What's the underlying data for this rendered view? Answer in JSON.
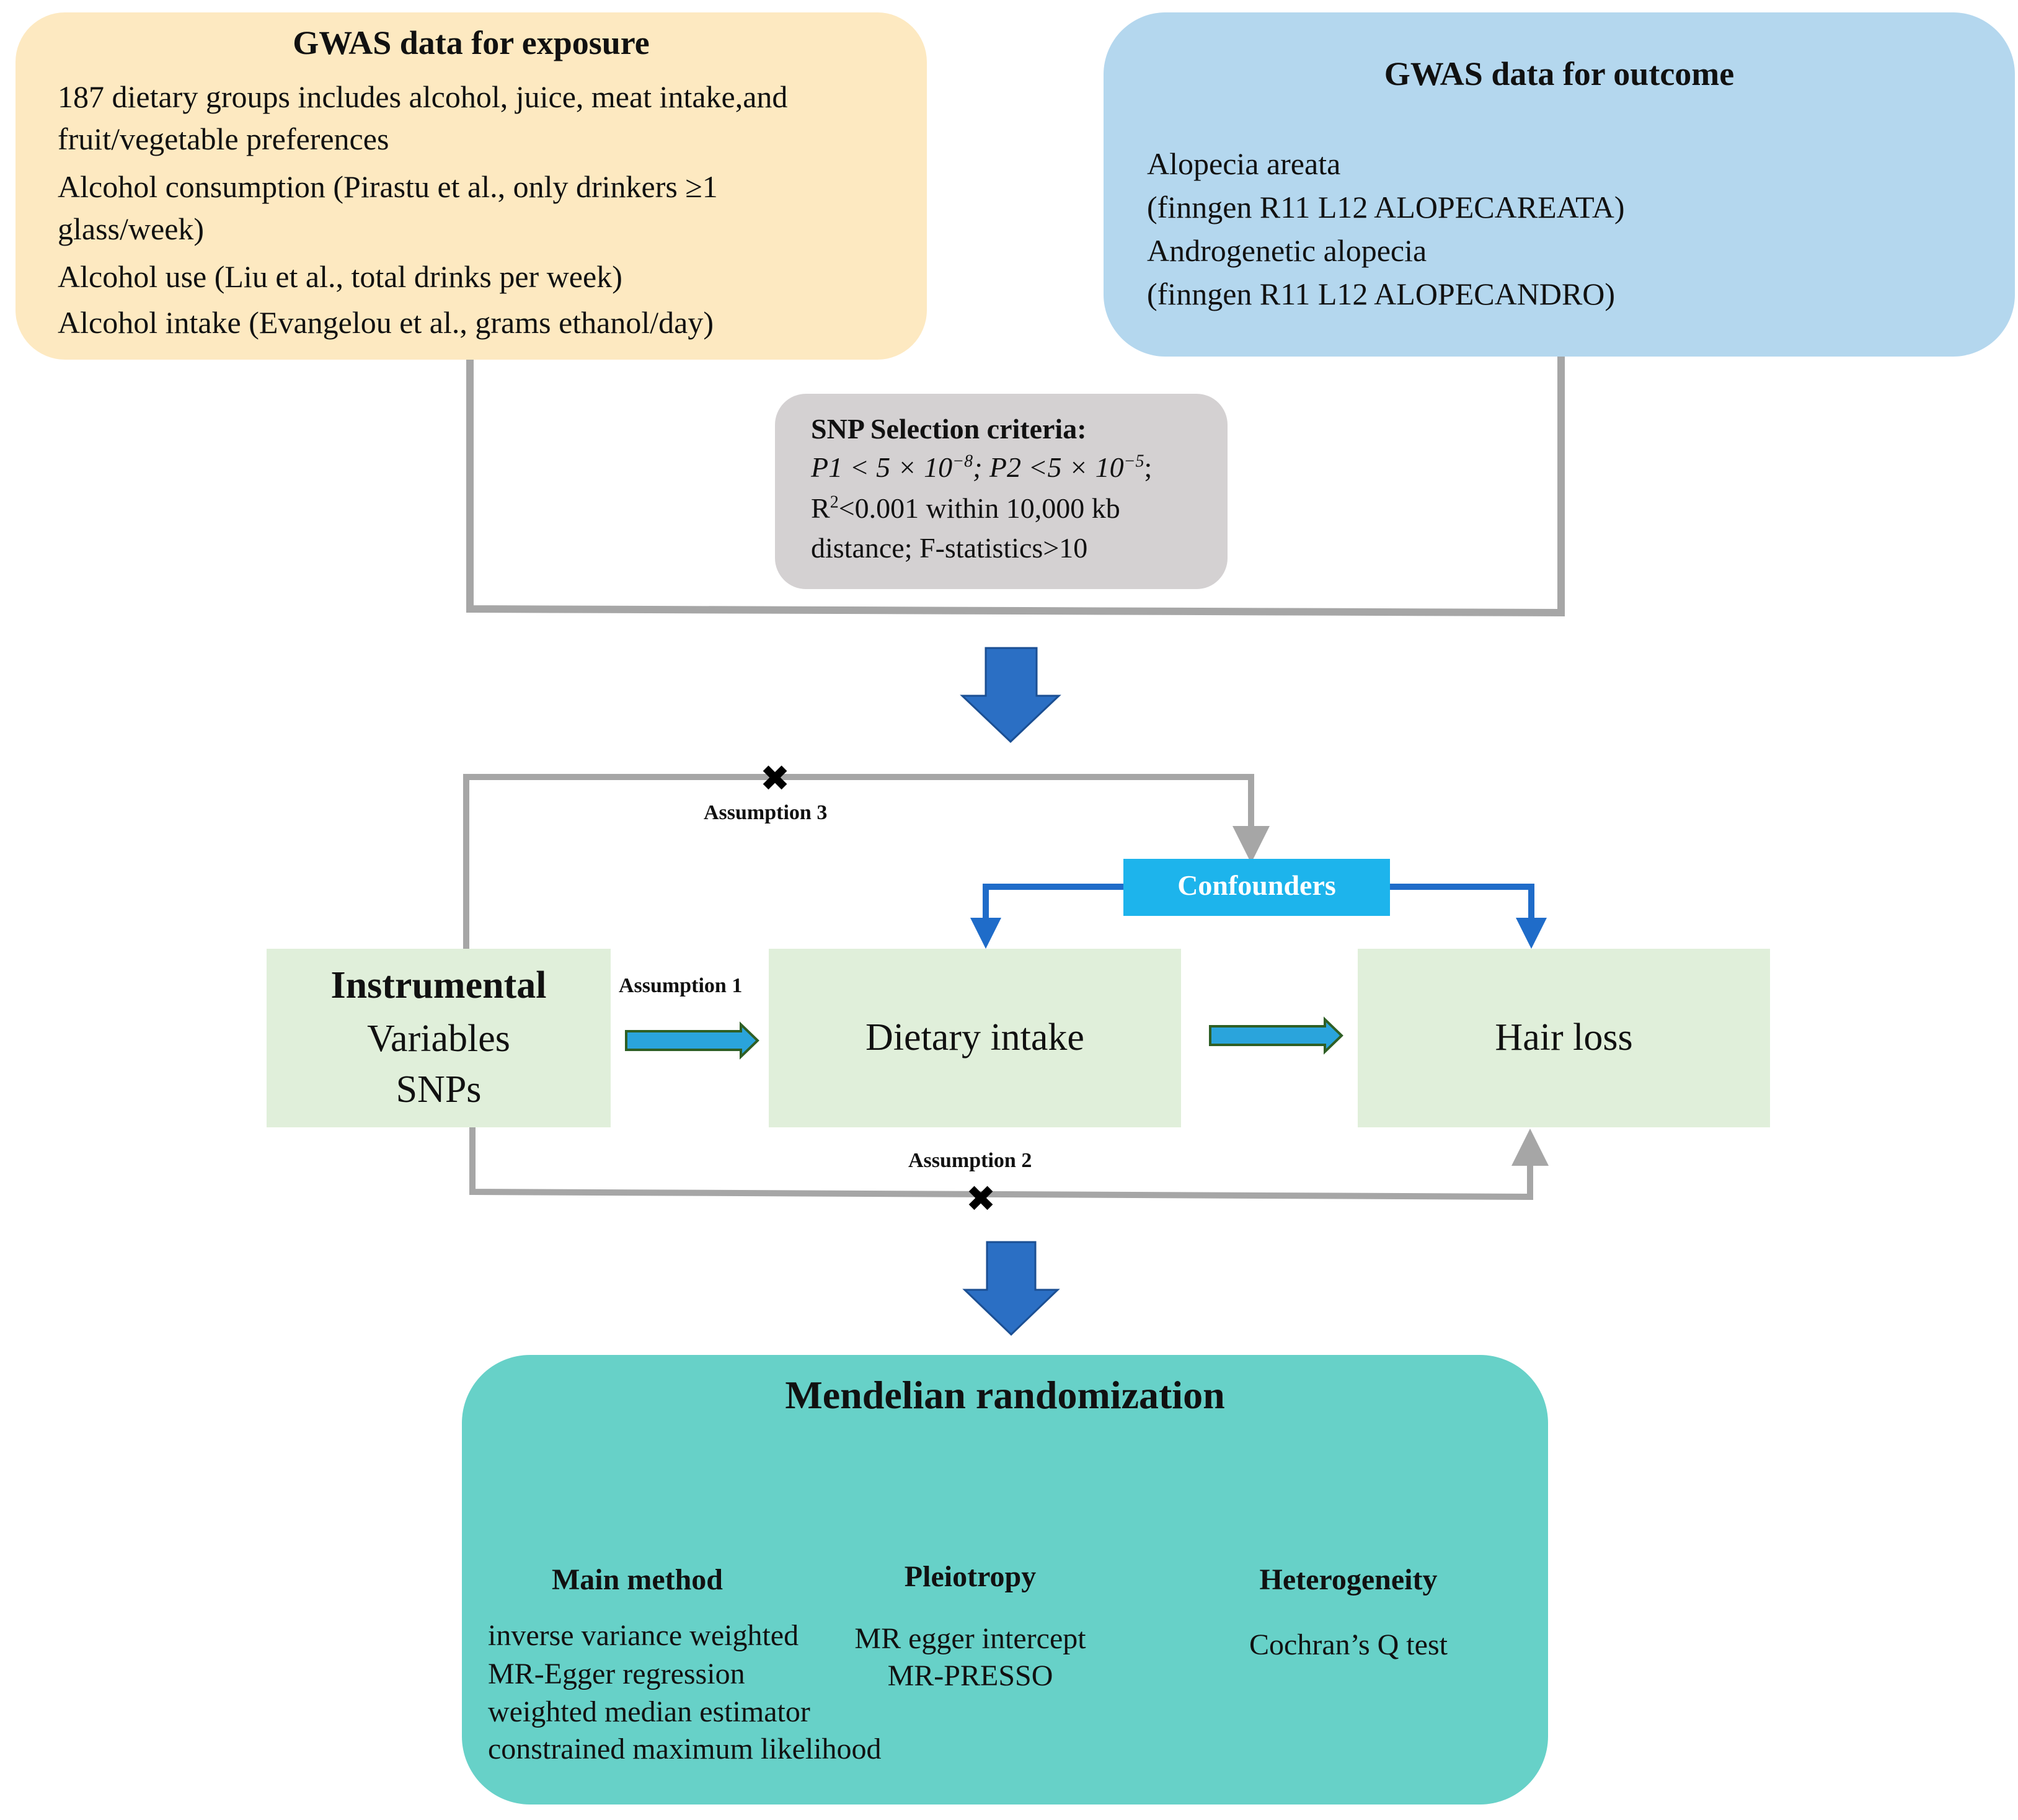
{
  "exposure": {
    "title": "GWAS data for exposure",
    "lines": [
      "187 dietary groups includes alcohol, juice, meat   intake,and",
      "fruit/vegetable preferences",
      "Alcohol consumption (Pirastu et al., only drinkers ≥1",
      "glass/week)",
      "Alcohol use (Liu et al., total drinks per week)",
      "Alcohol intake (Evangelou et al., grams ethanol/day)"
    ]
  },
  "outcome": {
    "title": "GWAS data for outcome",
    "lines": [
      "Alopecia areata",
      "(finngen R11 L12 ALOPECAREATA)",
      "Androgenetic alopecia",
      "(finngen R11 L12 ALOPECANDRO)"
    ]
  },
  "snp": {
    "title": "SNP Selection criteria:",
    "p1": "P1 < 5 × 10",
    "p1_exp": "−8",
    "p2": "; P2 <5 × 10",
    "p2_exp": "−5",
    "p2_end": ";",
    "r_prefix": "R",
    "r_sup": "2",
    "r_rest": "<0.001 within 10,000 kb",
    "line4": "distance; F-statistics>10"
  },
  "assumptions": {
    "a1": "Assumption  1",
    "a2": "Assumption  2",
    "a3": "Assumption  3"
  },
  "confounders": "Confounders",
  "iv": {
    "line1": "Instrumental",
    "line2": "Variables",
    "line3": "SNPs"
  },
  "dietary": "Dietary intake",
  "hair": "Hair loss",
  "mr": {
    "title": "Mendelian randomization",
    "main": {
      "title": "Main method",
      "items": [
        "inverse variance weighted",
        "MR-Egger regression",
        "weighted median estimator",
        "constrained maximum likelihood"
      ]
    },
    "pleio": {
      "title": "Pleiotropy",
      "items": [
        "MR egger intercept",
        "MR-PRESSO"
      ]
    },
    "hetero": {
      "title": "Heterogeneity",
      "items": [
        "Cochran’s Q test"
      ]
    }
  },
  "colors": {
    "exposure_bg": "#fde9c1",
    "outcome_bg": "#b4d7ee",
    "snp_bg": "#d4d1d2",
    "green_box": "#e0efda",
    "confounders_bg": "#1db4ec",
    "mr_bg": "#67d1c8",
    "big_arrow": "#2b6fc4",
    "connector_gray": "#a6a6a6"
  }
}
